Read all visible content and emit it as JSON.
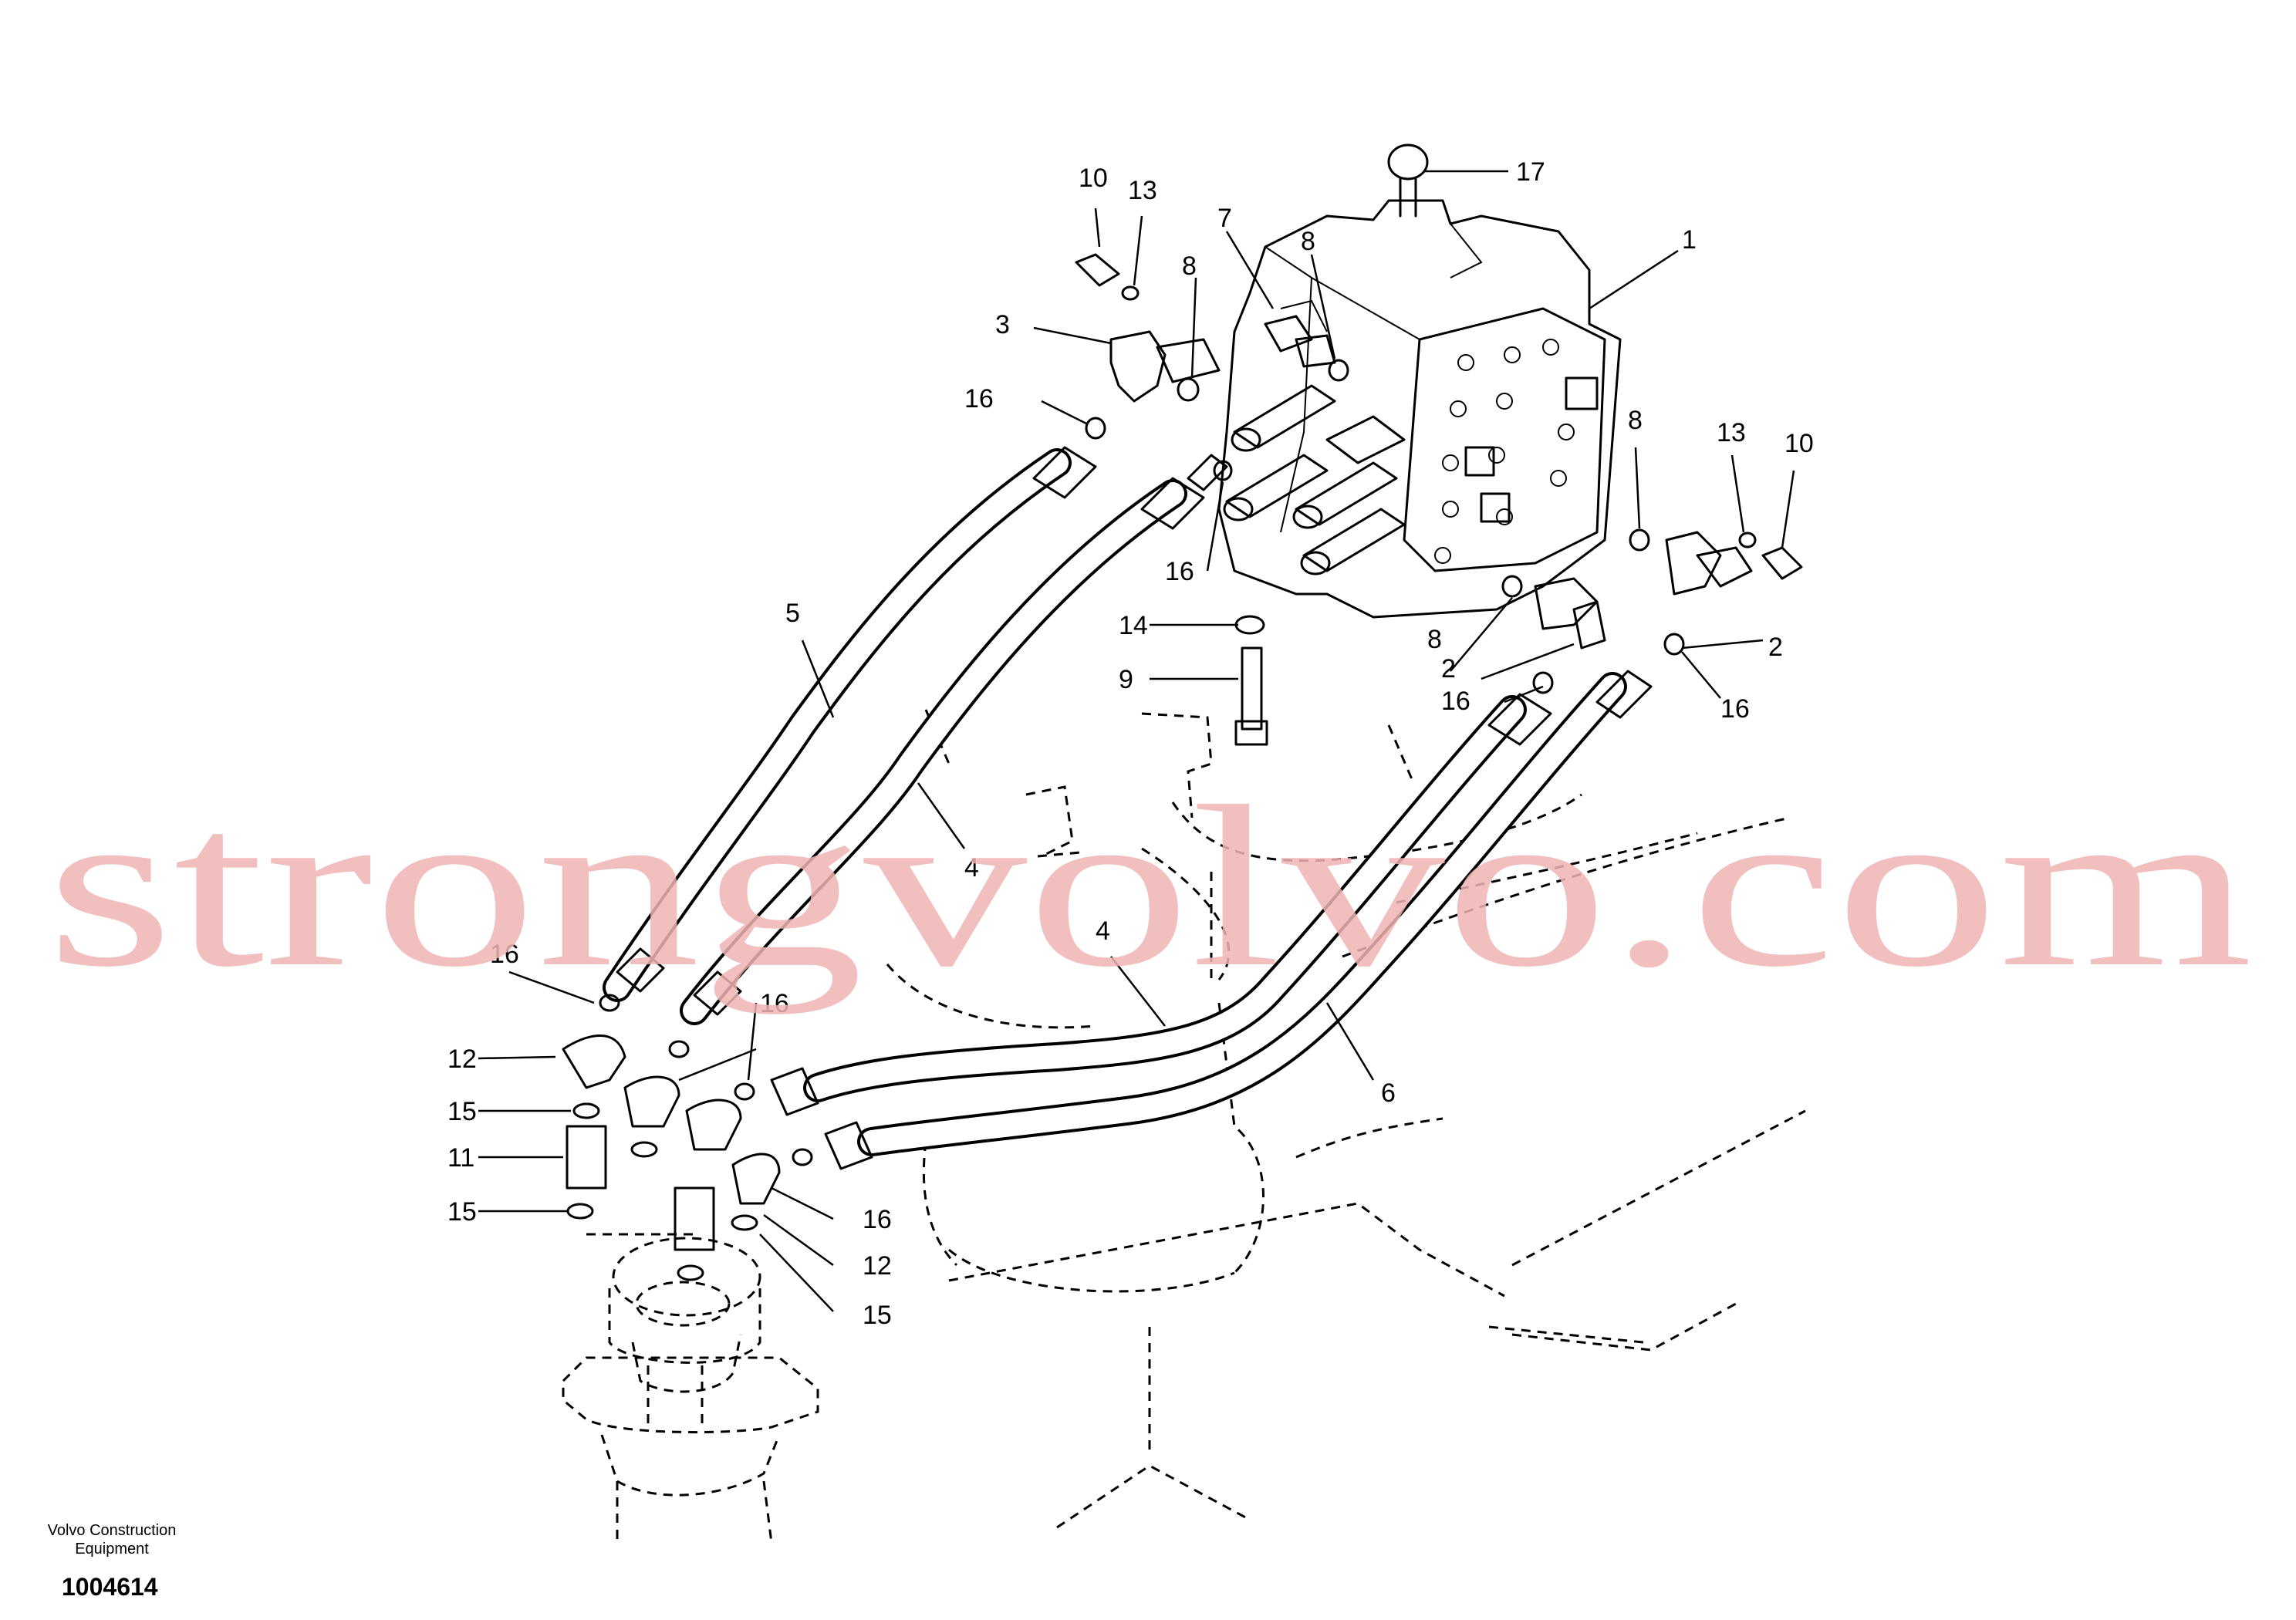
{
  "drawing": {
    "manufacturer": "Volvo Construction Equipment",
    "manufacturer_line1": "Volvo Construction",
    "manufacturer_line2": "Equipment",
    "document_number": "1004614",
    "watermark": "strongvolvo.com"
  },
  "callouts": [
    {
      "id": "c17a",
      "label": "17"
    },
    {
      "id": "c1",
      "label": "1"
    },
    {
      "id": "c10a",
      "label": "10"
    },
    {
      "id": "c13a",
      "label": "13"
    },
    {
      "id": "c7",
      "label": "7"
    },
    {
      "id": "c8a",
      "label": "8"
    },
    {
      "id": "c8b",
      "label": "8"
    },
    {
      "id": "c3",
      "label": "3"
    },
    {
      "id": "c16a",
      "label": "16"
    },
    {
      "id": "c16b",
      "label": "16"
    },
    {
      "id": "c8c",
      "label": "8"
    },
    {
      "id": "c13b",
      "label": "13"
    },
    {
      "id": "c10b",
      "label": "10"
    },
    {
      "id": "c5",
      "label": "5"
    },
    {
      "id": "c14",
      "label": "14"
    },
    {
      "id": "c9",
      "label": "9"
    },
    {
      "id": "c8d",
      "label": "8"
    },
    {
      "id": "c2a",
      "label": "2"
    },
    {
      "id": "c2b",
      "label": "2"
    },
    {
      "id": "c16c",
      "label": "16"
    },
    {
      "id": "c16d",
      "label": "16"
    },
    {
      "id": "c4a",
      "label": "4"
    },
    {
      "id": "c4b",
      "label": "4"
    },
    {
      "id": "c6",
      "label": "6"
    },
    {
      "id": "c16e",
      "label": "16"
    },
    {
      "id": "c16f",
      "label": "16"
    },
    {
      "id": "c12a",
      "label": "12"
    },
    {
      "id": "c15a",
      "label": "15"
    },
    {
      "id": "c11",
      "label": "11"
    },
    {
      "id": "c15b",
      "label": "15"
    },
    {
      "id": "c16g",
      "label": "16"
    },
    {
      "id": "c12b",
      "label": "12"
    },
    {
      "id": "c15c",
      "label": "15"
    }
  ]
}
